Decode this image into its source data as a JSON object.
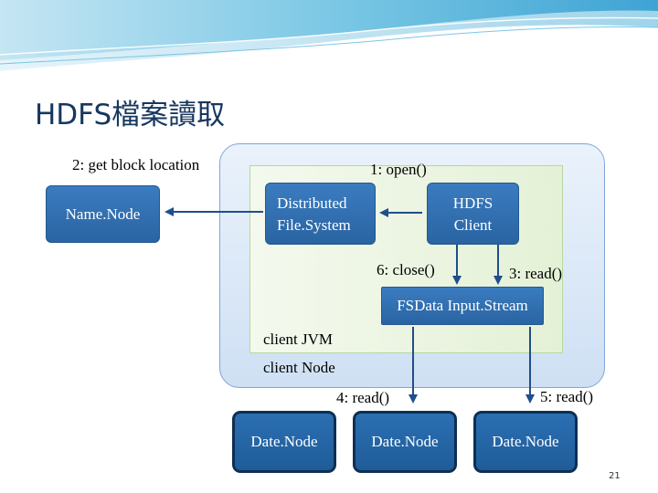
{
  "slide": {
    "title": "HDFS檔案讀取",
    "page_number": "21"
  },
  "nodes": {
    "name_node": "Name.Node",
    "distributed_fs_line1": "Distributed",
    "distributed_fs_line2": "File.System",
    "hdfs_client_line1": "HDFS",
    "hdfs_client_line2": "Client",
    "fsdata_input_stream": "FSData Input.Stream",
    "data_node_1": "Date.Node",
    "data_node_2": "Date.Node",
    "data_node_3": "Date.Node"
  },
  "labels": {
    "get_block_location": "2: get block location",
    "open": "1: open()",
    "close": "6: close()",
    "read3": "3: read()",
    "read4": "4: read()",
    "read5": "5: read()",
    "client_jvm": "client JVM",
    "client_node": "client Node"
  },
  "colors": {
    "title": "#17375e",
    "node_fill": "#2e6ea8",
    "client_node_region": "#cfe0f4",
    "client_jvm_region": "#e4f1d6",
    "arrow": "#1f4e8c"
  }
}
